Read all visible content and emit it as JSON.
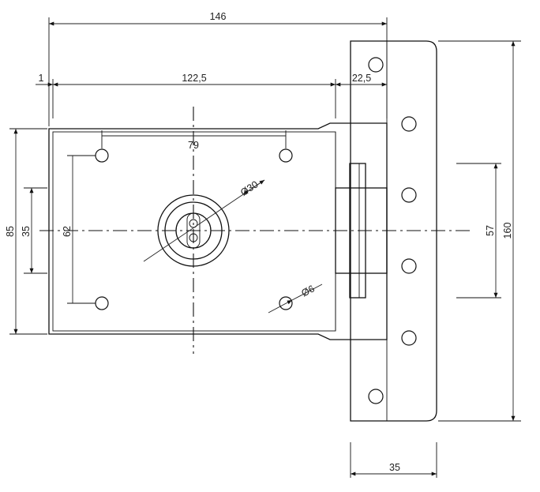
{
  "drawing": {
    "dimensions": {
      "overall_width": "146",
      "offset": "1",
      "body_width": "122,5",
      "plate_offset": "22,5",
      "hole_spacing_h": "79",
      "body_height": "85",
      "inner_height": "35",
      "hole_spacing_v": "62",
      "cylinder_diameter": "Ø30",
      "hole_diameter": "Ø6",
      "bolt_height": "57",
      "plate_height": "160",
      "plate_width": "35"
    }
  }
}
